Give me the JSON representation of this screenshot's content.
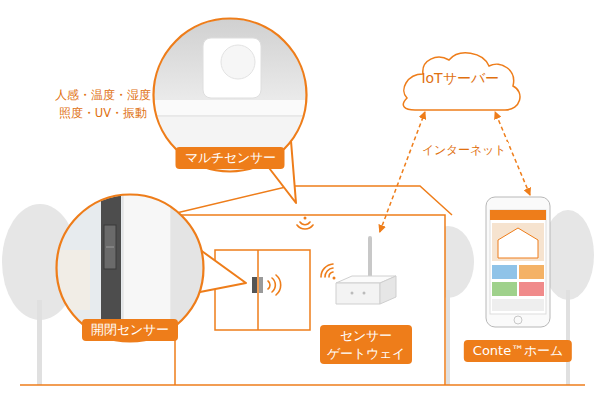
{
  "diagram": {
    "nodes": [
      {
        "text": [
          "マルチセンサー",
          "人感・温度・湿度 照度・UV・振動"
        ]
      },
      {
        "text": [
          "IoTサーバー"
        ]
      },
      {
        "text": [
          "開閉センサー"
        ]
      },
      {
        "text": [
          "センサー ゲートウェイ"
        ]
      },
      {
        "text": [
          "Conte™ホーム"
        ]
      }
    ],
    "edges": [
      {
        "from": 3,
        "to": 1,
        "arrow": "both"
      },
      {
        "from": 4,
        "to": 1,
        "arrow": "both"
      }
    ],
    "labels": [
      "インターネット"
    ]
  }
}
